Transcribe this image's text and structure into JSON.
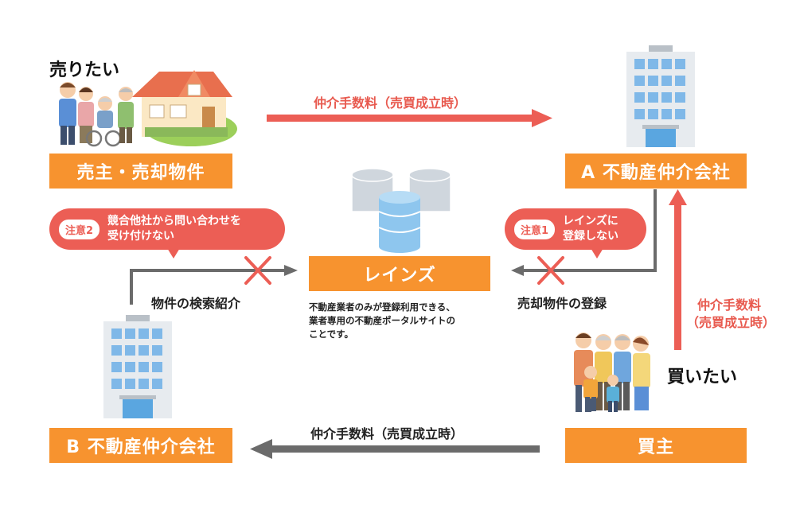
{
  "seller": {
    "heading": "売りたい",
    "box_label": "売主・売却物件"
  },
  "buyer": {
    "heading": "買いたい",
    "box_label": "買主"
  },
  "company_a": {
    "box_label": "A 不動産仲介会社"
  },
  "company_b": {
    "box_label": "B 不動産仲介会社"
  },
  "reins": {
    "box_label": "レインズ",
    "description_lines": [
      "不動産業者のみが登録利用できる、",
      "業者専用の不動産ポータルサイトの",
      "ことです。"
    ]
  },
  "arrows": {
    "top_fee": "仲介手数料（売買成立時）",
    "bottom_fee": "仲介手数料（売買成立時）",
    "right_fee_line1": "仲介手数料",
    "right_fee_line2": "（売買成立時）",
    "registration": "売却物件の登録",
    "search_intro": "物件の検索紹介"
  },
  "notes": {
    "note1": {
      "tag": "注意1",
      "line1": "レインズに",
      "line2": "登録しない"
    },
    "note2": {
      "tag": "注意2",
      "line1": "競合他社から問い合わせを",
      "line2": "受け付けない"
    }
  },
  "colors": {
    "orange": "#f7932f",
    "red": "#ec5e55",
    "gray": "#6b6b6b"
  }
}
